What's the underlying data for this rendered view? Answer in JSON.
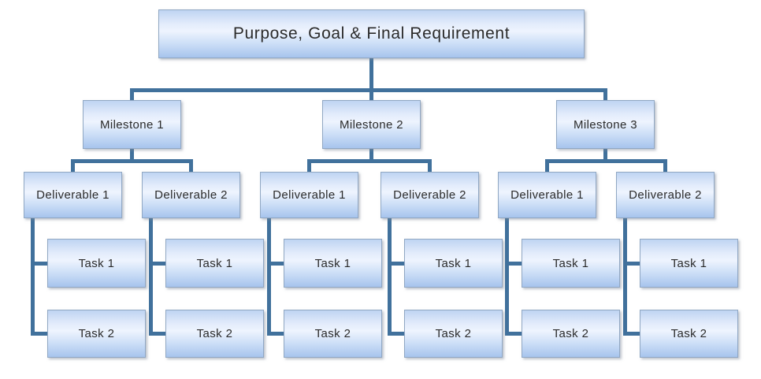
{
  "root": {
    "label": "Purpose, Goal & Final Requirement"
  },
  "milestones": [
    {
      "label": "Milestone 1",
      "deliverables": [
        {
          "label": "Deliverable 1",
          "tasks": [
            "Task 1",
            "Task 2"
          ]
        },
        {
          "label": "Deliverable 2",
          "tasks": [
            "Task 1",
            "Task 2"
          ]
        }
      ]
    },
    {
      "label": "Milestone 2",
      "deliverables": [
        {
          "label": "Deliverable 1",
          "tasks": [
            "Task 1",
            "Task 2"
          ]
        },
        {
          "label": "Deliverable 2",
          "tasks": [
            "Task 1",
            "Task 2"
          ]
        }
      ]
    },
    {
      "label": "Milestone 3",
      "deliverables": [
        {
          "label": "Deliverable 1",
          "tasks": [
            "Task 1",
            "Task 2"
          ]
        },
        {
          "label": "Deliverable 2",
          "tasks": [
            "Task 1",
            "Task 2"
          ]
        }
      ]
    }
  ],
  "colors": {
    "connector": "#41719C",
    "node_border": "#90A7C3",
    "node_gradient_top": "#BFD4F2",
    "node_gradient_middle": "#EEF4FE",
    "node_gradient_bottom": "#A7C4ED",
    "text": "#2B2B2B",
    "background": "#FFFFFF"
  }
}
